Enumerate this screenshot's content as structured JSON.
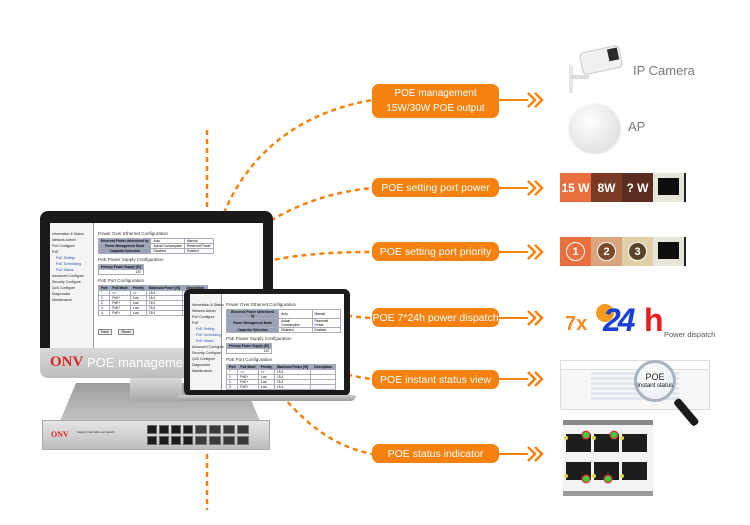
{
  "monitor": {
    "brand": "ONV",
    "brand_caption": "POE management",
    "sidebar_items": [
      {
        "label": "Information & Status",
        "sub": false
      },
      {
        "label": "Network Admin",
        "sub": false
      },
      {
        "label": "Port Configure",
        "sub": false
      },
      {
        "label": "PoE",
        "sub": false
      },
      {
        "label": "PoE Setting",
        "sub": true
      },
      {
        "label": "PoE Scheduling",
        "sub": true
      },
      {
        "label": "PoE Status",
        "sub": true
      },
      {
        "label": "Advanced Configure",
        "sub": false
      },
      {
        "label": "Security Configure",
        "sub": false
      },
      {
        "label": "QoS Configure",
        "sub": false
      },
      {
        "label": "Diagnostics",
        "sub": false
      },
      {
        "label": "Maintenance",
        "sub": false
      }
    ],
    "page_title": "Power Over Ethernet Configuration",
    "config_rows": [
      {
        "label": "Reserved Power determined by",
        "opt1": "Auto",
        "opt2": "Manual"
      },
      {
        "label": "Power Management Mode",
        "opt1": "Actual Consumption",
        "opt2": "Reserved Power"
      },
      {
        "label": "Capacitor Detection",
        "opt1": "Disabled",
        "opt2": "Enabled"
      }
    ],
    "supply_heading": "PoE Power Supply Configuration",
    "supply_column": "Primary Power Supply [W]",
    "supply_value": "130",
    "port_heading": "PoE Port Configuration",
    "port_columns": [
      "Port",
      "PoE Mode",
      "Priority",
      "Maximum Power [W]",
      "Description"
    ],
    "port_rows": [
      {
        "port": "*",
        "mode": "<>",
        "priority": "<>",
        "max": "15.4"
      },
      {
        "port": "1",
        "mode": "PoE+",
        "priority": "Low",
        "max": "15.4"
      },
      {
        "port": "2",
        "mode": "PoE+",
        "priority": "Low",
        "max": "15.4"
      },
      {
        "port": "3",
        "mode": "PoE+",
        "priority": "Low",
        "max": "15.4"
      },
      {
        "port": "4",
        "mode": "PoE+",
        "priority": "Low",
        "max": "15.4"
      }
    ],
    "save_label": "Save",
    "reset_label": "Reset"
  },
  "switch": {
    "brand": "ONV",
    "model_text": "Gigabit PoE Ethernet Switch"
  },
  "features": [
    {
      "id": "poe-management",
      "lines": [
        "POE management",
        "15W/30W POE output"
      ]
    },
    {
      "id": "port-power",
      "lines": [
        "POE setting port power"
      ]
    },
    {
      "id": "port-priority",
      "lines": [
        "POE setting port priority"
      ]
    },
    {
      "id": "power-dispatch",
      "lines": [
        "POE 7*24h  power dispatch"
      ]
    },
    {
      "id": "instant-status",
      "lines": [
        "POE instant status view"
      ]
    },
    {
      "id": "status-indicator",
      "lines": [
        "POE status indicator"
      ]
    }
  ],
  "devices": {
    "camera_label": "IP Camera",
    "ap_label": "AP"
  },
  "port_power": [
    "15 W",
    "8W",
    "? W"
  ],
  "port_priority": [
    "1",
    "2",
    "3"
  ],
  "dispatch": {
    "prefix": "7x",
    "number": "24",
    "unit": "h",
    "caption": "Power dispatch"
  },
  "instant_status": {
    "line1": "POE",
    "line2": "Instant status"
  },
  "colors": {
    "accent_orange": "#f5820f",
    "brand_red": "#d9261c",
    "led_green": "#2fd63a",
    "dispatch_blue": "#1a3fd6",
    "dispatch_red": "#e81c1c"
  }
}
